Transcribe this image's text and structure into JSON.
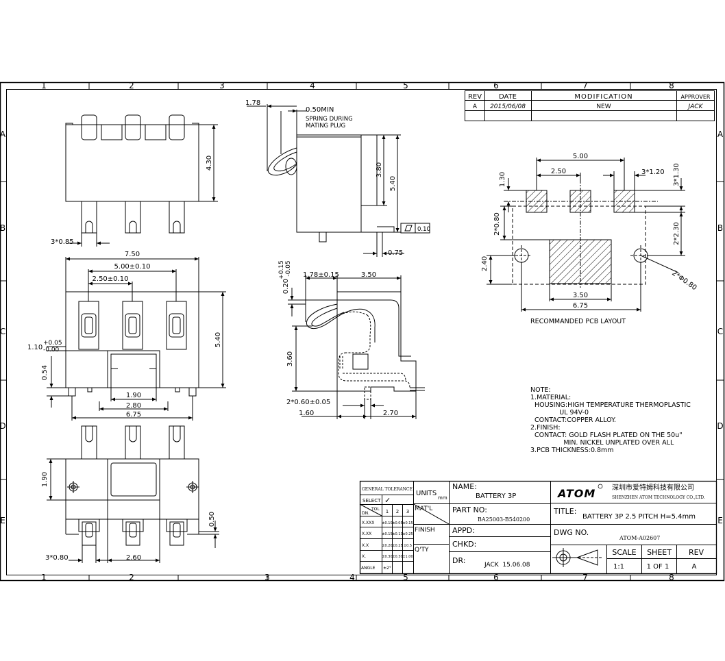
{
  "frame": {
    "col_labels": [
      "1",
      "2",
      "3",
      "4",
      "5",
      "6",
      "7",
      "8"
    ],
    "row_labels": [
      "A",
      "B",
      "C",
      "D",
      "E"
    ]
  },
  "revision_table": {
    "headers": {
      "rev": "REV",
      "date": "DATE",
      "modification": "MODIFICATION",
      "approver": "APPROVER"
    },
    "row": {
      "rev": "A",
      "date": "2015/06/08",
      "modification": "NEW",
      "approver": "JACK"
    }
  },
  "dims": {
    "d_1_78": "1.78",
    "d_0_50min": "0.50MIN",
    "spring_l1": "SPRING DURING",
    "spring_l2": "MATING PLUG",
    "d_4_30": "4.30",
    "d_3_80": "3.80",
    "d_5_40": "5.40",
    "d_0_10": "0.10",
    "d_0_75": "0.75",
    "d_3x0_85": "3*0.85",
    "d_7_50": "7.50",
    "d_5_00_tol": "5.00±0.10",
    "d_2_50_tol": "2.50±0.10",
    "d_5_40b": "5.40",
    "d_1_10": "1.10",
    "d_1_10_up": "+0.05",
    "d_1_10_dn": "-0.00",
    "d_0_54": "0.54",
    "d_1_90": "1.90",
    "d_2_80": "2.80",
    "d_6_75": "6.75",
    "d_0_20": "0.20",
    "d_0_20_up": "+0.15",
    "d_0_20_dn": "-0.05",
    "d_1_78_tol": "1.78±0.15",
    "d_3_50": "3.50",
    "d_3_60": "3.60",
    "d_2x0_60": "2*0.60±0.05",
    "d_1_60": "1.60",
    "d_2_70": "2.70",
    "d_1_90b": "1.90",
    "d_0_50": "0.50",
    "d_3x0_80": "3*0.80",
    "d_2_60": "2.60"
  },
  "pcb": {
    "d_5_00": "5.00",
    "d_2_50": "2.50",
    "d_3x1_20": "3*1.20",
    "d_1_30": "1.30",
    "d_3x1_30": "3*1.30",
    "d_2x0_80": "2*0.80",
    "d_2x2_30": "2*2.30",
    "d_2_40": "2.40",
    "d_2xphi0_80": "2*Φ0.80",
    "d_3_50": "3.50",
    "d_6_75": "6.75",
    "caption": "RECOMMANDED PCB LAYOUT"
  },
  "notes": {
    "lines": [
      "NOTE:",
      "1.MATERIAL:",
      "  HOUSING:HIGH TEMPERATURE THERMOPLASTIC",
      "              UL 94V-0",
      "  CONTACT:COPPER ALLOY.",
      "2.FINISH:",
      "  CONTACT: GOLD FLASH PLATED ON THE 50u\"",
      "                MIN. NICKEL UNPLATED OVER ALL",
      "3.PCB THICKNESS:0.8mm"
    ]
  },
  "title_block": {
    "general_tolerance": "GENERAL TOLERANCE",
    "select": "SELECT",
    "check": "✓",
    "tol": "TOL",
    "dn": "DN.",
    "col1": "1",
    "col2": "2",
    "col3": "3",
    "rows": [
      {
        "label": "X.XXX",
        "v1": "±0.10",
        "v2": "±0.05",
        "v3": "±0.15"
      },
      {
        "label": "X.XX",
        "v1": "±0.15",
        "v2": "±0.13",
        "v3": "±0.25"
      },
      {
        "label": "X.X",
        "v1": "±0.20",
        "v2": "±0.25",
        "v3": "±0.5"
      },
      {
        "label": "X.",
        "v1": "±0.30",
        "v2": "±0.30",
        "v3": "±1.00"
      },
      {
        "label": "ANGLE",
        "v1": "±2°",
        "v2": "",
        "v3": ""
      }
    ],
    "units": "UNITS",
    "units_mm": "mm",
    "matl": "MAT'L",
    "finish": "FINISH",
    "qty": "Q'TY",
    "name_label": "NAME:",
    "name_value": "BATTERY 3P",
    "part_no_label": "PART NO:",
    "part_no_value": "BA25003-B540200",
    "appd": "APPD:",
    "chkd": "CHKD:",
    "dr_label": "DR:",
    "dr_value": "JACK  15.06.08",
    "logo": "ATOM",
    "company_cn": "深圳市爱特姆科技有限公司",
    "company_en": "SHENZHEN ATOM TECHNOLOGY CO.,LTD.",
    "title_label": "TITLE:",
    "title_value": "BATTERY 3P 2.5 PITCH H=5.4mm",
    "dwg_label": "DWG NO.",
    "dwg_value": "ATOM-A02607",
    "scale_label": "SCALE",
    "sheet_label": "SHEET",
    "rev_label": "REV",
    "scale_value": "1:1",
    "sheet_value": "1 OF 1",
    "rev_value": "A"
  }
}
